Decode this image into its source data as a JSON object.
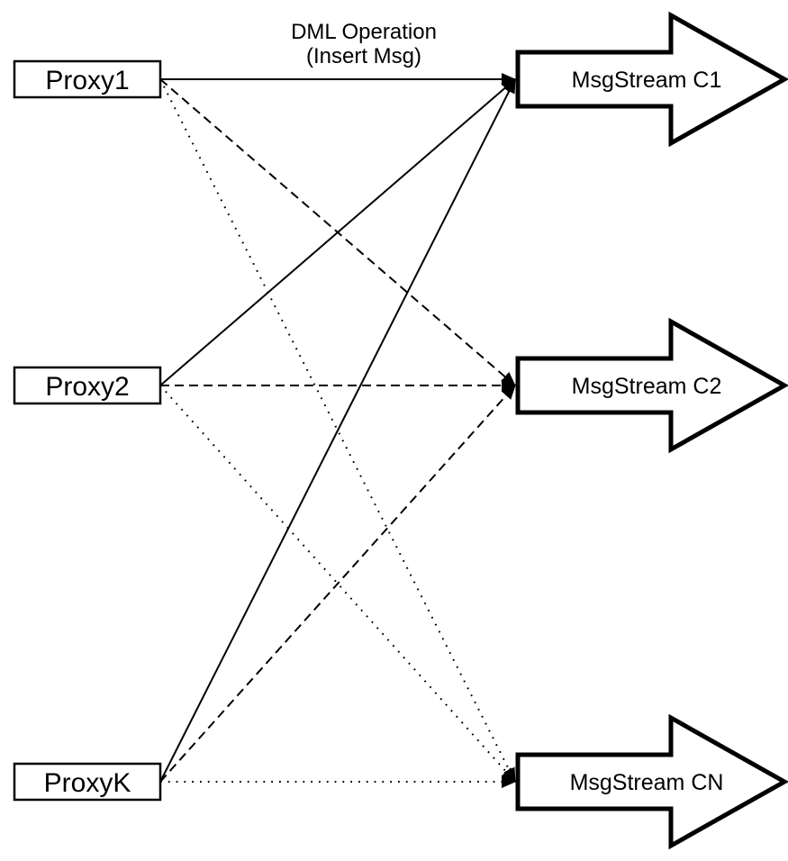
{
  "diagram": {
    "title": {
      "line1": "DML Operation",
      "line2": "(Insert Msg)"
    },
    "proxies": [
      {
        "id": "proxy1",
        "label": "Proxy1"
      },
      {
        "id": "proxy2",
        "label": "Proxy2"
      },
      {
        "id": "proxyk",
        "label": "ProxyK"
      }
    ],
    "streams": [
      {
        "id": "c1",
        "label": "MsgStream C1"
      },
      {
        "id": "c2",
        "label": "MsgStream C2"
      },
      {
        "id": "cn",
        "label": "MsgStream CN"
      }
    ],
    "edges": [
      {
        "from": "Proxy1",
        "to": "MsgStream C1",
        "line_style": "solid"
      },
      {
        "from": "Proxy1",
        "to": "MsgStream C2",
        "line_style": "dashed"
      },
      {
        "from": "Proxy1",
        "to": "MsgStream CN",
        "line_style": "dotted"
      },
      {
        "from": "Proxy2",
        "to": "MsgStream C1",
        "line_style": "solid"
      },
      {
        "from": "Proxy2",
        "to": "MsgStream C2",
        "line_style": "dashed"
      },
      {
        "from": "Proxy2",
        "to": "MsgStream CN",
        "line_style": "dotted"
      },
      {
        "from": "ProxyK",
        "to": "MsgStream C1",
        "line_style": "solid"
      },
      {
        "from": "ProxyK",
        "to": "MsgStream C2",
        "line_style": "dashed"
      },
      {
        "from": "ProxyK",
        "to": "MsgStream CN",
        "line_style": "dotted"
      }
    ],
    "colors": {
      "stroke": "#000000",
      "fill": "#ffffff"
    }
  }
}
